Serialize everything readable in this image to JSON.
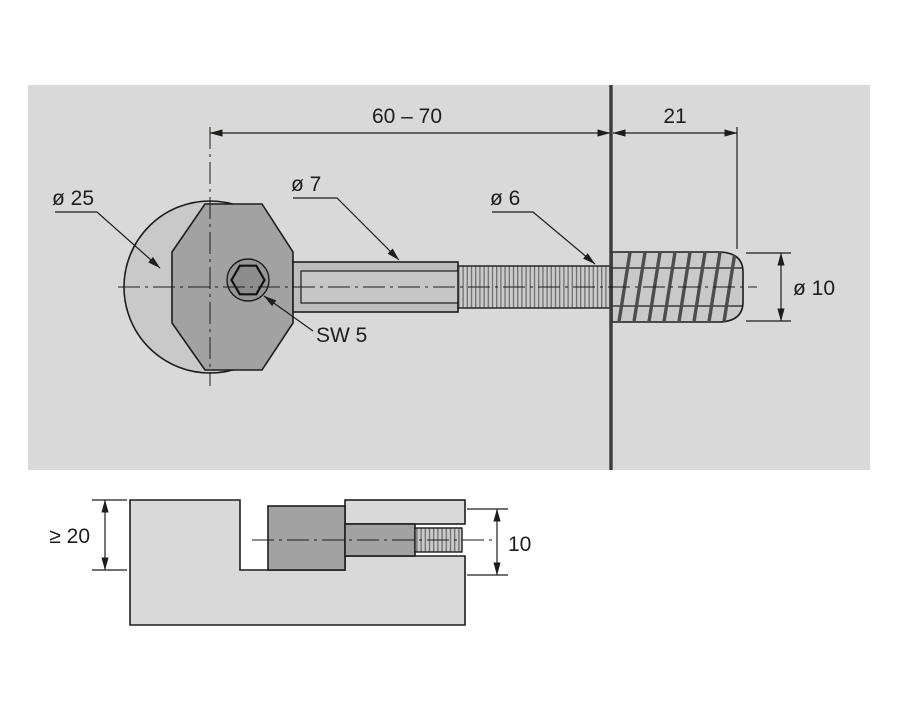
{
  "figure": {
    "type": "technical-drawing",
    "views": {
      "front": {
        "dim_length_range": "60 – 70",
        "dim_screw_length": "21",
        "label_head_diameter": "ø 25",
        "label_shaft_diameter": "ø 7",
        "label_metric_thread_diameter": "ø 6",
        "label_hex_socket": "SW 5",
        "label_wood_thread_diameter": "ø 10"
      },
      "section": {
        "dim_min_thickness": "≥ 20",
        "dim_bore_offset": "10"
      }
    },
    "colors": {
      "panel": "#d9d9d9",
      "disc": "#c9c9c9",
      "dark": "#a2a2a2",
      "shaft": "#bdbdbd",
      "screw": "#c9c9c9",
      "line": "#1d1d1b",
      "wall": "#3c3c3c"
    }
  }
}
